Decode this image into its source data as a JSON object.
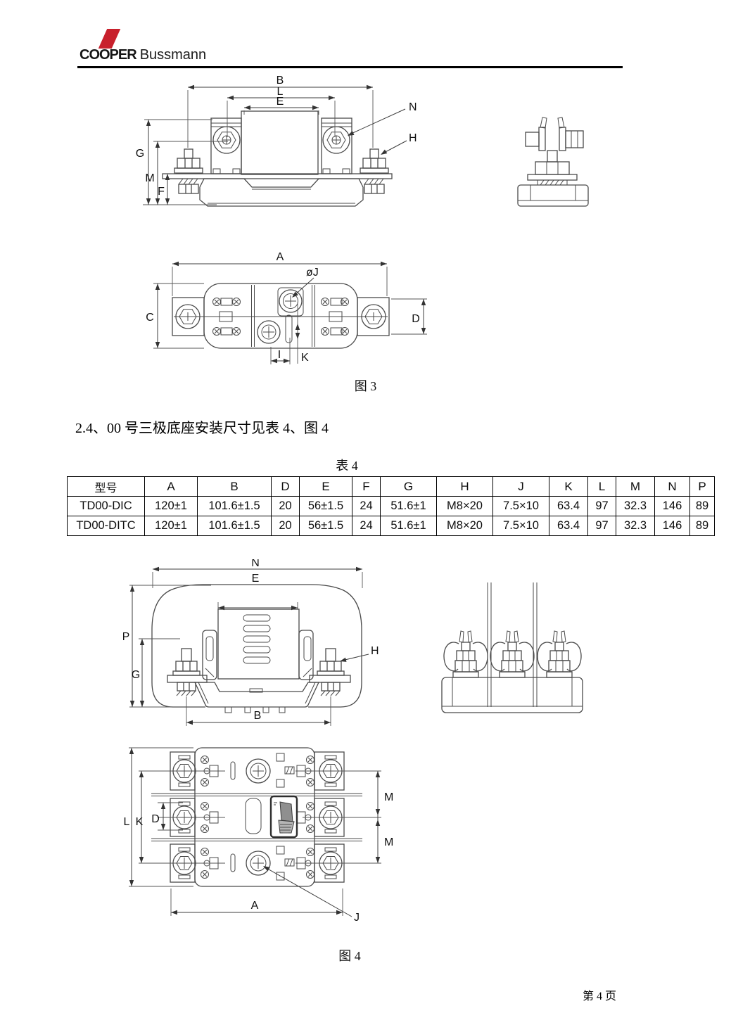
{
  "page": {
    "footer": "第 4 页",
    "background": "#ffffff"
  },
  "header": {
    "brand_bold": "COOPER",
    "brand_regular": "Bussmann",
    "brand_red": "#c8202c",
    "rule_color": "#000000"
  },
  "figure3": {
    "caption": "图 3",
    "front_dims": {
      "b": "B",
      "l": "L",
      "e": "E",
      "n": "N",
      "h": "H",
      "g": "G",
      "m": "M",
      "f": "F"
    },
    "plan_dims": {
      "a": "A",
      "j": "øJ",
      "c": "C",
      "d": "D",
      "i": "I",
      "k": "K"
    }
  },
  "section_2_4": {
    "text": "2.4、00 号三极底座安装尺寸见表 4、图 4"
  },
  "table4": {
    "caption": "表 4",
    "headers": [
      "型号",
      "A",
      "B",
      "D",
      "E",
      "F",
      "G",
      "H",
      "J",
      "K",
      "L",
      "M",
      "N",
      "P"
    ],
    "rows": [
      [
        "TD00-DIC",
        "120±1",
        "101.6±1.5",
        "20",
        "56±1.5",
        "24",
        "51.6±1",
        "M8×20",
        "7.5×10",
        "63.4",
        "97",
        "32.3",
        "146",
        "89"
      ],
      [
        "TD00-DITC",
        "120±1",
        "101.6±1.5",
        "20",
        "56±1.5",
        "24",
        "51.6±1",
        "M8×20",
        "7.5×10",
        "63.4",
        "97",
        "32.3",
        "146",
        "89"
      ]
    ]
  },
  "figure4": {
    "caption": "图 4",
    "front_dims": {
      "n": "N",
      "e": "E",
      "p": "P",
      "g": "G",
      "h": "H",
      "b": "B"
    },
    "plan_dims": {
      "l": "L",
      "k": "K",
      "d": "D",
      "m_upper": "M",
      "m_lower": "M",
      "a": "A",
      "j": "J"
    }
  },
  "drawing_colors": {
    "line": "#4a4a4a",
    "dim": "#3d3d3d",
    "label": "#101010"
  }
}
